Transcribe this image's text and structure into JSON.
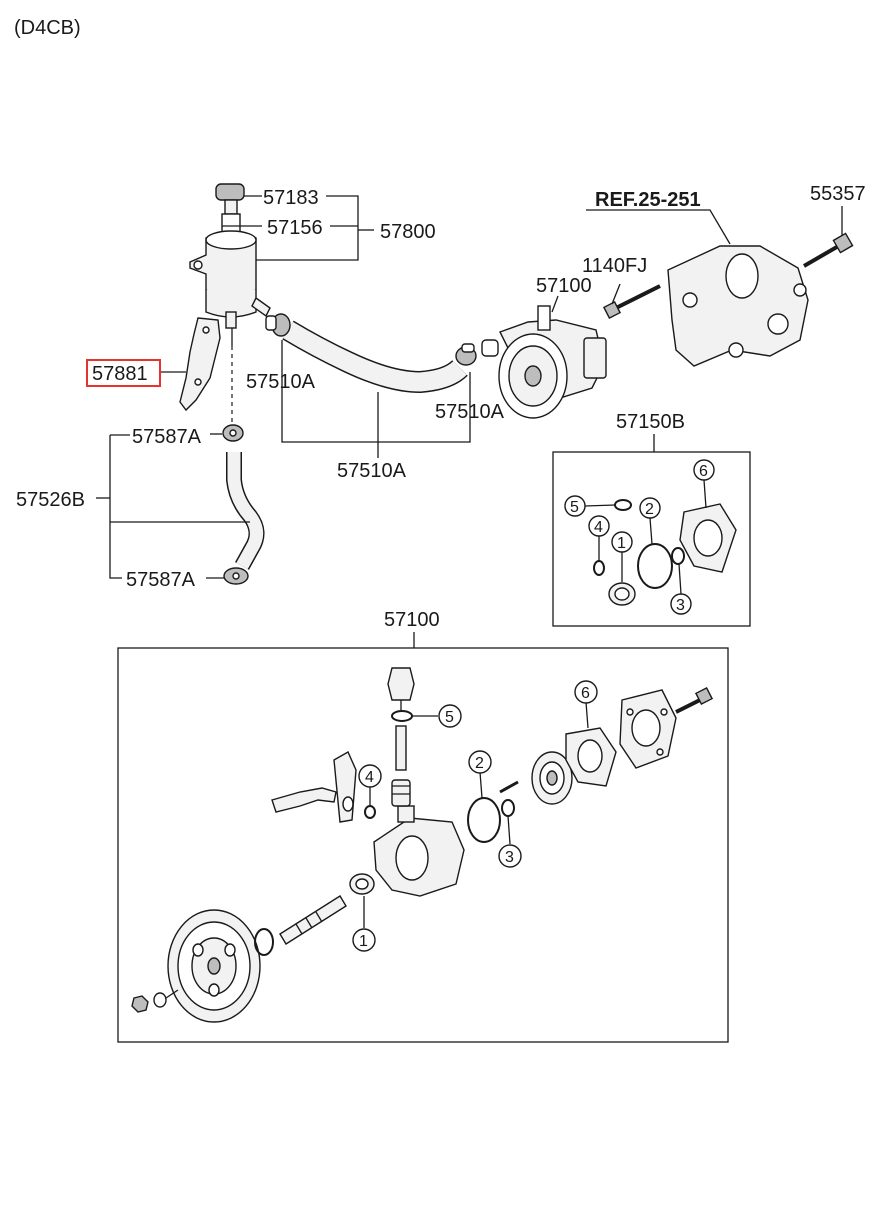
{
  "header": {
    "engine_code": "(D4CB)"
  },
  "reference": {
    "label": "REF.25-251"
  },
  "highlight_color": "#e8322d",
  "labels": {
    "p57183": "57183",
    "p57156": "57156",
    "p57800": "57800",
    "p57881": "57881",
    "p57510A_left": "57510A",
    "p57510A_right": "57510A",
    "p57510A_bottom": "57510A",
    "p57587A_top": "57587A",
    "p57587A_bottom": "57587A",
    "p57526B": "57526B",
    "p1140FJ": "1140FJ",
    "p57100_top": "57100",
    "p55357": "55357",
    "p57150B": "57150B",
    "p57100_detail": "57100"
  },
  "kit_callouts": [
    "1",
    "2",
    "3",
    "4",
    "5",
    "6"
  ],
  "detail_callouts": [
    "1",
    "2",
    "3",
    "4",
    "5",
    "6"
  ]
}
